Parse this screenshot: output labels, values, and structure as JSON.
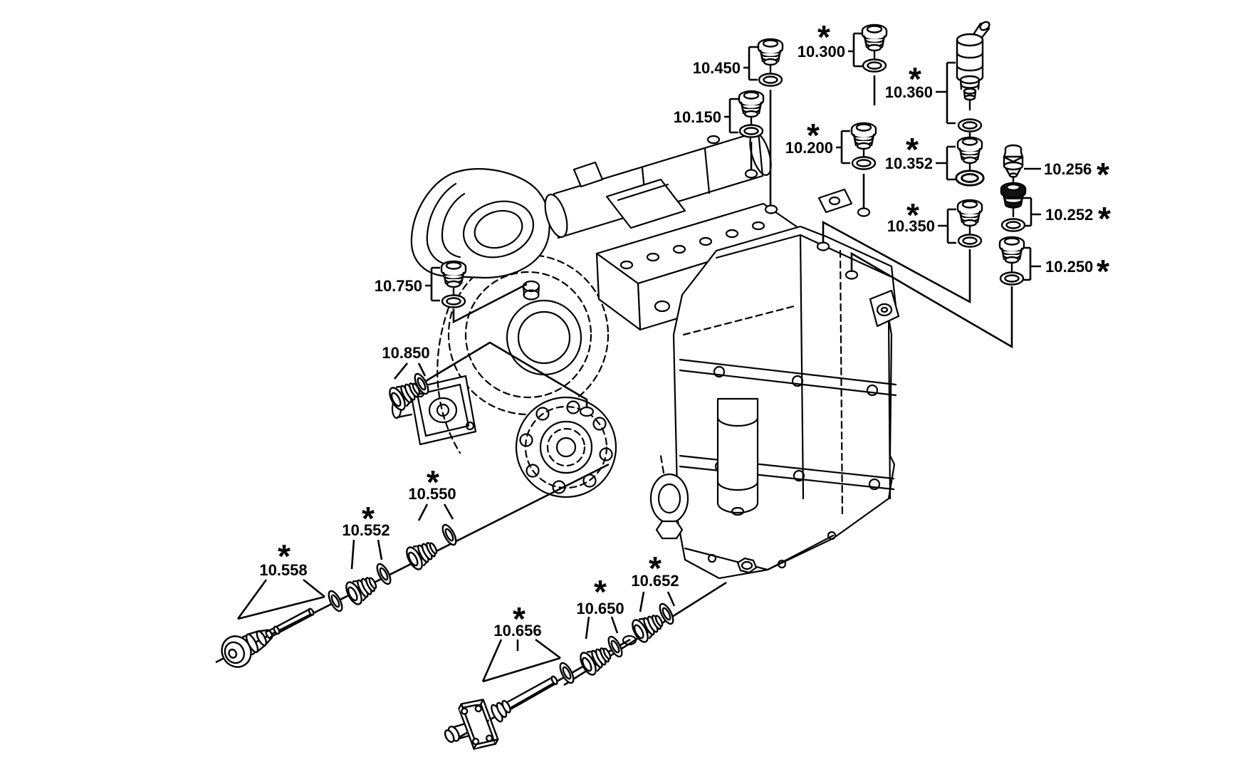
{
  "diagram": {
    "description": "Exploded spare-parts line drawing of a vehicle transmission / gearbox with numbered plug, sensor and O-ring positions",
    "style": "black line art on white"
  },
  "colors": {
    "ink": "#000000",
    "paper": "#ffffff"
  },
  "footnote_marker": "*",
  "parts": [
    {
      "id": "10.450",
      "label": "10.450",
      "starred": false,
      "components": [
        "screw-plug",
        "o-ring"
      ]
    },
    {
      "id": "10.300",
      "label": "10.300",
      "starred": true,
      "components": [
        "screw-plug",
        "o-ring"
      ]
    },
    {
      "id": "10.150",
      "label": "10.150",
      "starred": false,
      "components": [
        "screw-plug",
        "o-ring"
      ]
    },
    {
      "id": "10.200",
      "label": "10.200",
      "starred": true,
      "components": [
        "screw-plug",
        "o-ring"
      ]
    },
    {
      "id": "10.360",
      "label": "10.360",
      "starred": true,
      "components": [
        "temperature-sensor",
        "o-ring"
      ]
    },
    {
      "id": "10.352",
      "label": "10.352",
      "starred": true,
      "components": [
        "screw-plug",
        "o-ring"
      ]
    },
    {
      "id": "10.350",
      "label": "10.350",
      "starred": true,
      "components": [
        "screw-plug",
        "o-ring"
      ]
    },
    {
      "id": "10.256",
      "label": "10.256",
      "starred": true,
      "components": [
        "breather-valve"
      ]
    },
    {
      "id": "10.252",
      "label": "10.252",
      "starred": true,
      "components": [
        "screw-plug",
        "o-ring"
      ]
    },
    {
      "id": "10.250",
      "label": "10.250",
      "starred": true,
      "components": [
        "screw-plug",
        "o-ring"
      ]
    },
    {
      "id": "10.750",
      "label": "10.750",
      "starred": false,
      "components": [
        "screw-plug",
        "o-ring"
      ]
    },
    {
      "id": "10.850",
      "label": "10.850",
      "starred": false,
      "components": [
        "screw-plug",
        "o-ring"
      ]
    },
    {
      "id": "10.550",
      "label": "10.550",
      "starred": true,
      "components": [
        "screw-plug",
        "o-ring"
      ]
    },
    {
      "id": "10.552",
      "label": "10.552",
      "starred": true,
      "components": [
        "screw-plug",
        "o-ring"
      ]
    },
    {
      "id": "10.558",
      "label": "10.558",
      "starred": true,
      "components": [
        "speed-sensor",
        "o-ring"
      ]
    },
    {
      "id": "10.656",
      "label": "10.656",
      "starred": true,
      "components": [
        "inductive-sensor",
        "o-ring"
      ]
    },
    {
      "id": "10.650",
      "label": "10.650",
      "starred": true,
      "components": [
        "screw-plug",
        "o-ring"
      ]
    },
    {
      "id": "10.652",
      "label": "10.652",
      "starred": true,
      "components": [
        "screw-plug",
        "o-ring"
      ]
    }
  ]
}
